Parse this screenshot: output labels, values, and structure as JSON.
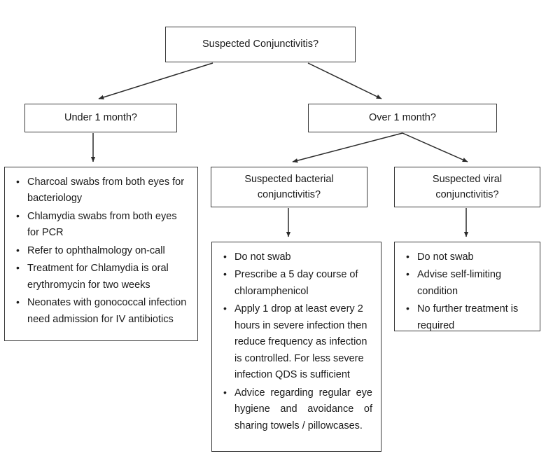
{
  "chart_data": {
    "type": "diagram",
    "title": "Suspected Conjunctivitis management flowchart",
    "orientation": "top-down",
    "nodes": [
      {
        "id": "root",
        "label": "Suspected Conjunctivitis?",
        "kind": "decision"
      },
      {
        "id": "under1",
        "label": "Under 1 month?",
        "kind": "decision"
      },
      {
        "id": "over1",
        "label": "Over 1 month?",
        "kind": "decision"
      },
      {
        "id": "bacterial",
        "label": "Suspected bacterial conjunctivitis?",
        "kind": "decision"
      },
      {
        "id": "viral",
        "label": "Suspected viral conjunctivitis?",
        "kind": "decision"
      },
      {
        "id": "neonatal-mx",
        "kind": "action-list"
      },
      {
        "id": "bacterial-mx",
        "kind": "action-list"
      },
      {
        "id": "viral-mx",
        "kind": "action-list"
      }
    ],
    "edges": [
      {
        "from": "root",
        "to": "under1"
      },
      {
        "from": "root",
        "to": "over1"
      },
      {
        "from": "under1",
        "to": "neonatal-mx"
      },
      {
        "from": "over1",
        "to": "bacterial"
      },
      {
        "from": "over1",
        "to": "viral"
      },
      {
        "from": "bacterial",
        "to": "bacterial-mx"
      },
      {
        "from": "viral",
        "to": "viral-mx"
      }
    ]
  },
  "colors": {
    "background": "#ffffff",
    "box_border": "#3a3a3a",
    "box_fill": "#ffffff",
    "connector": "#2b2b2b",
    "text": "#1a1a1a"
  },
  "nodes": {
    "root": {
      "line1": "Suspected Conjunctivitis?"
    },
    "under1": {
      "line1": "Under 1 month?"
    },
    "over1": {
      "line1": "Over 1 month?"
    },
    "bacterial": {
      "line1": "Suspected bacterial",
      "line2": "conjunctivitis?"
    },
    "viral": {
      "line1": "Suspected viral",
      "line2": "conjunctivitis?"
    },
    "neonatal_mx": {
      "bullets": [
        "Charcoal swabs from both eyes for bacteriology",
        "Chlamydia swabs from both eyes for PCR",
        "Refer to ophthalmology on-call",
        "Treatment for Chlamydia is oral erythromycin for two weeks",
        "Neonates with gonococcal infection need admission for IV antibiotics"
      ]
    },
    "bacterial_mx": {
      "bullets": [
        "Do not swab",
        "Prescribe a 5 day course of chloramphenicol",
        "Apply 1 drop at least every 2 hours in severe infection then reduce frequency as infection is controlled. For less severe infection QDS is sufficient",
        "Advice regarding regular eye hygiene and avoidance of sharing towels / pillowcases."
      ]
    },
    "viral_mx": {
      "bullets": [
        "Do not swab",
        "Advise self-limiting condition",
        "No further treatment is required"
      ]
    }
  }
}
